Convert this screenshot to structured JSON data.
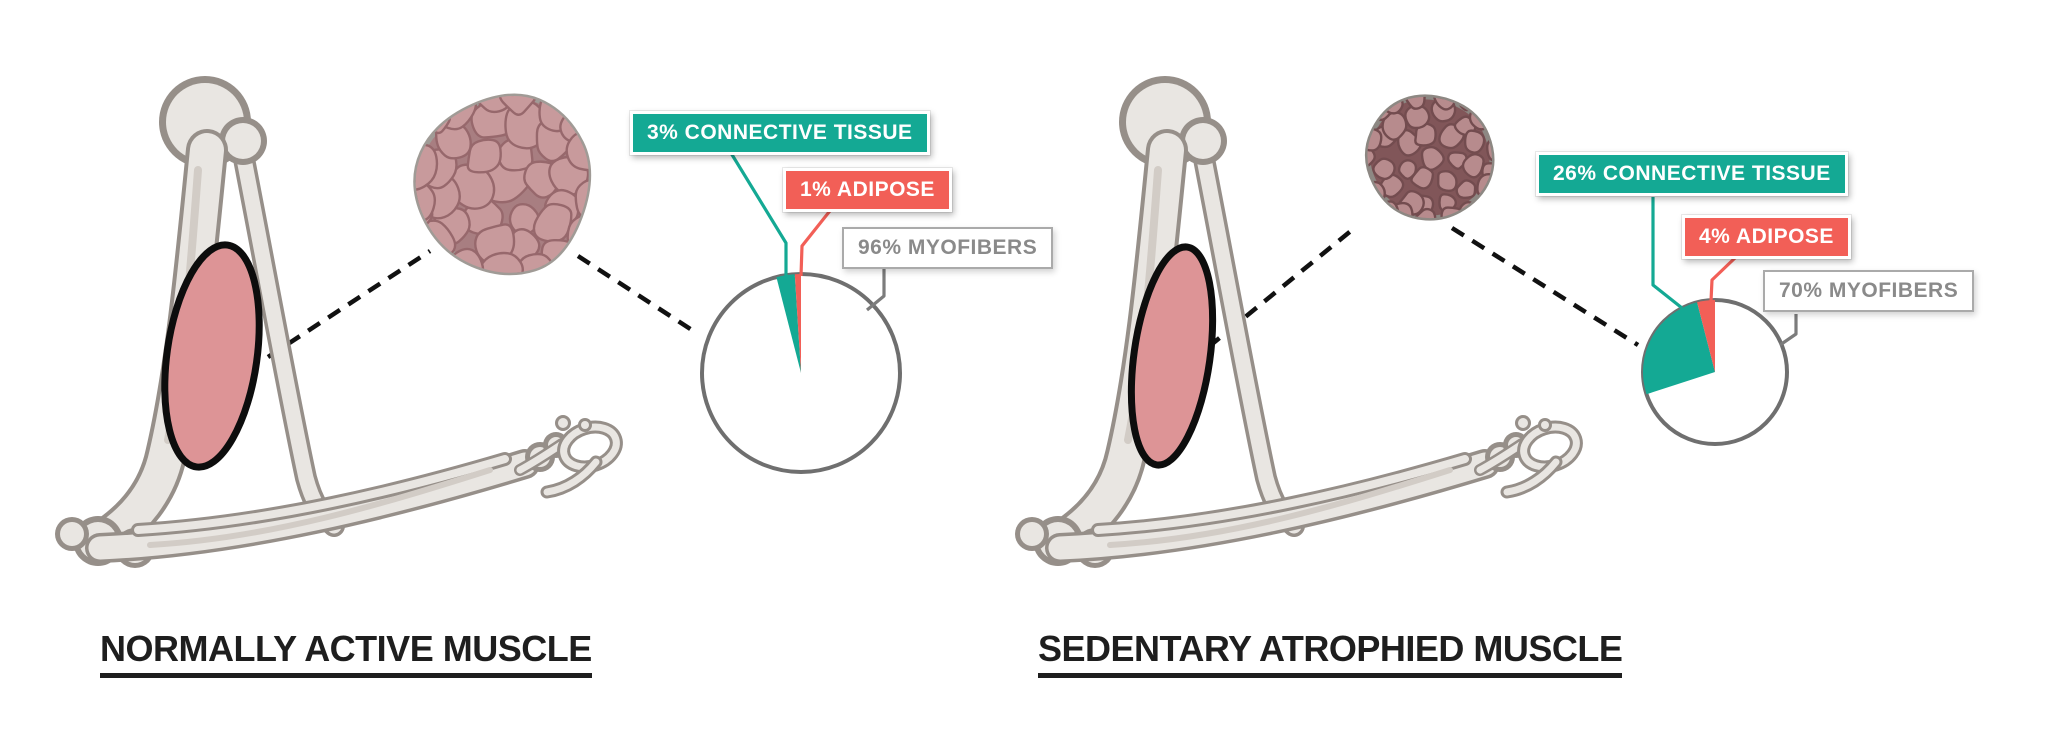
{
  "colors": {
    "connective_teal": "#14a994",
    "adipose_red": "#f25f57",
    "myofiber_label_gray": "#8a8a8a",
    "muscle_pink": "#dd9496",
    "fiber_cell_normal": "#c89a9c",
    "fiber_cell_atrophied": "#b78b8d",
    "title_black": "#1e1e1e"
  },
  "sides": [
    {
      "title": "NORMALLY ACTIVE MUSCLE",
      "labels": {
        "connective": "3% CONNECTIVE TISSUE",
        "adipose": "1% ADIPOSE",
        "myofibers": "96% MYOFIBERS"
      }
    },
    {
      "title": "SEDENTARY ATROPHIED MUSCLE",
      "labels": {
        "connective": "26% CONNECTIVE TISSUE",
        "adipose": "4% ADIPOSE",
        "myofibers": "70% MYOFIBERS"
      }
    }
  ],
  "chart_data": [
    {
      "type": "pie",
      "title": "NORMALLY ACTIVE MUSCLE",
      "slices": [
        {
          "name": "Myofibers",
          "label": "96% MYOFIBERS",
          "value": 96,
          "color": "#ffffff"
        },
        {
          "name": "Connective tissue",
          "label": "3% CONNECTIVE TISSUE",
          "value": 3,
          "color": "#14a994"
        },
        {
          "name": "Adipose",
          "label": "1% ADIPOSE",
          "value": 1,
          "color": "#f25f57"
        }
      ],
      "start_angle_deg": 0,
      "direction": "clockwise",
      "legend_position": "callout-labels"
    },
    {
      "type": "pie",
      "title": "SEDENTARY ATROPHIED MUSCLE",
      "slices": [
        {
          "name": "Myofibers",
          "label": "70% MYOFIBERS",
          "value": 70,
          "color": "#ffffff"
        },
        {
          "name": "Connective tissue",
          "label": "26% CONNECTIVE TISSUE",
          "value": 26,
          "color": "#14a994"
        },
        {
          "name": "Adipose",
          "label": "4% ADIPOSE",
          "value": 4,
          "color": "#f25f57"
        }
      ],
      "start_angle_deg": 0,
      "direction": "clockwise",
      "legend_position": "callout-labels"
    }
  ]
}
